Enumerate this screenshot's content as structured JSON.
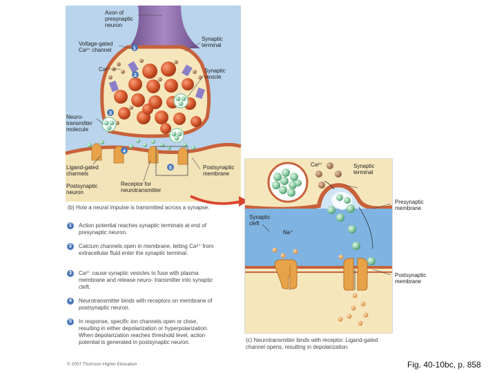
{
  "panel_b": {
    "labels": {
      "axon": "Axon of\npresynaptic\nneuron",
      "vgcc": "Voltage-gated\nCa²⁺ channel",
      "terminal": "Synaptic\nterminal",
      "ca": "Ca²⁺",
      "vesicle": "Synaptic\nvesicle",
      "nt_molecule": "Neuro-\ntransmitter\nmolecule",
      "ligand": "Ligand-gated\nchannels",
      "postmem": "Postsynaptic\nmembrane",
      "postneuron": "Postsynaptic\nneuron",
      "receptor": "Receptor for\nneurotransmitter"
    },
    "markers": [
      "1",
      "2",
      "3",
      "4",
      "5"
    ],
    "caption": "(b) How a neural impulse is transmitted across a synapse.",
    "steps": [
      {
        "n": "1",
        "text": "Action potential reaches synaptic terminals at end of presynaptic neuron."
      },
      {
        "n": "2",
        "text": "Calcium channels open in membrane, letting Ca²⁺ from extracellular fluid enter the synaptic terminal."
      },
      {
        "n": "3",
        "text": "Ca²⁺ cause synaptic vesicles to fuse with plasma membrane and release neuro- transmitter into synaptic cleft."
      },
      {
        "n": "4",
        "text": "Neurotransmitter binds with receptors on membrane of postsynaptic neuron."
      },
      {
        "n": "5",
        "text": "In response, specific ion channels open or close, resulting in either depolarization or hyperpolarization. When depolarization reaches threshold level, action potential is generated in postsynaptic neuron."
      }
    ],
    "copyright": "© 2007 Thomson Higher Education"
  },
  "panel_c": {
    "labels": {
      "ca": "Ca²⁺",
      "terminal": "Synaptic\nterminal",
      "premem": "Presynaptic\nmembrane",
      "cleft": "Synaptic\ncleft",
      "na": "Na⁺",
      "postmem": "Postsynaptic\nmembrane"
    },
    "caption": "(c) Neurotransmitter binds with receptor. Ligand-gated channel opens, resulting in depolarization."
  },
  "figure_ref": "Fig. 40-10bc, p. 858",
  "colors": {
    "panel_bg": "#b9d4ec",
    "cleft_blue": "#7fb3e2",
    "terminal_fill": "#f6e6bc",
    "membrane": "#c8613a",
    "axon": "#8c6aa8",
    "vesicle_red": "#d85a2e",
    "nt_green": "#8fcfa6",
    "ca_ball": "#b6865c",
    "channel": "#e8a248",
    "marker_blue": "#4a78b8",
    "arrow_red": "#d9442c"
  }
}
